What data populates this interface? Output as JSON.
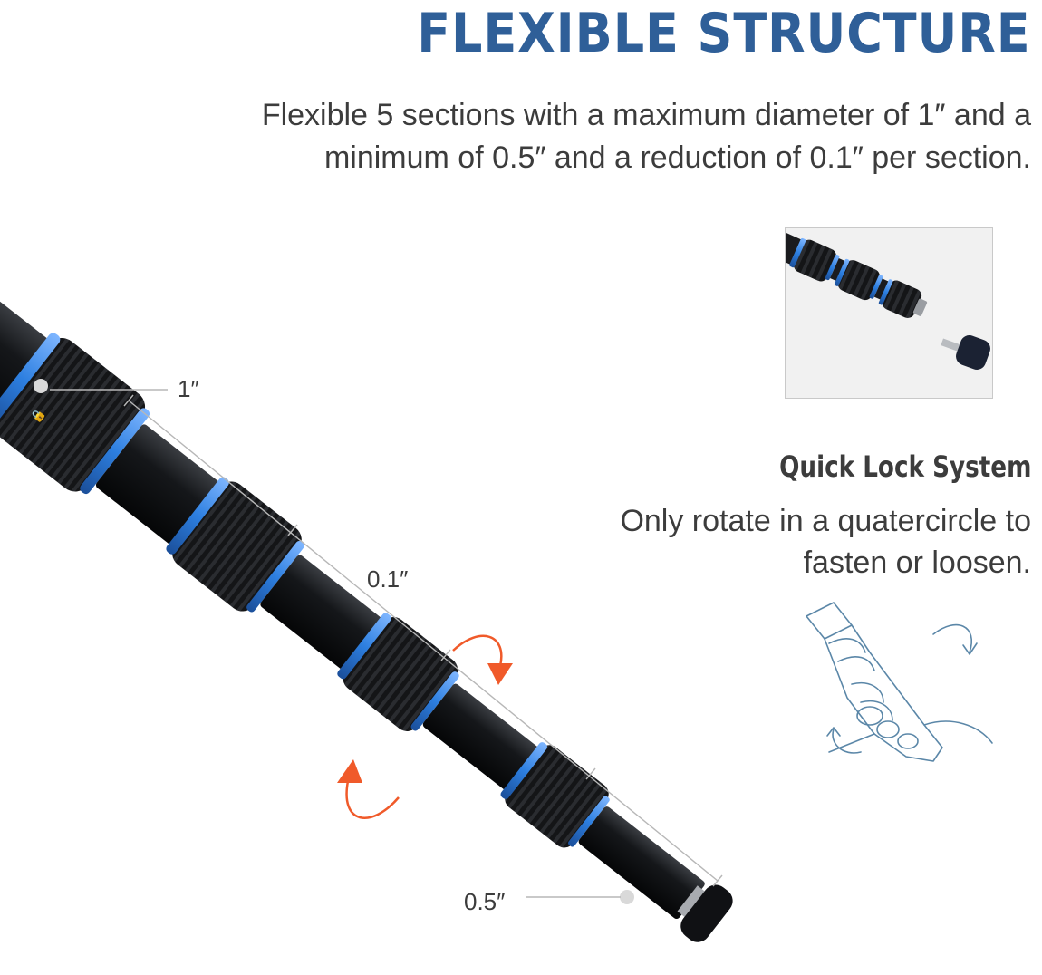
{
  "header": {
    "title": "FLEXIBLE STRUCTURE",
    "intro_line1": "Flexible 5 sections with a maximum diameter of 1″ and a",
    "intro_line2": "minimum of 0.5″ and a reduction of 0.1″ per section."
  },
  "feature": {
    "title": "Quick Lock System",
    "desc_line1": "Only rotate in a quatercircle to",
    "desc_line2": "fasten or loosen."
  },
  "dimensions": {
    "max": "1″",
    "step": "0.1″",
    "min": "0.5″"
  },
  "colors": {
    "title_blue": "#2f5f98",
    "ring_blue": "#2d7fe0",
    "arrow_orange": "#f05a2a",
    "sketch_blue": "#5b87a8"
  },
  "icons": [
    "rotate-arrow-icon",
    "lock-icon",
    "unlock-icon"
  ]
}
